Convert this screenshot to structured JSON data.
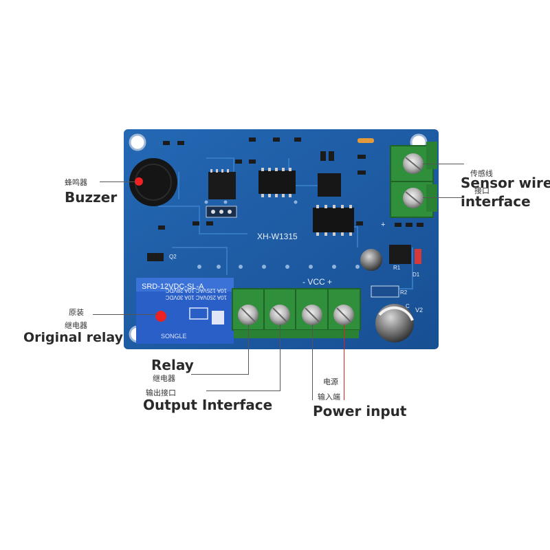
{
  "board": {
    "model_text": "XH-W1315",
    "vcc_text": "- VCC +",
    "relay_text": "SRD-12VDC-SL-A",
    "relay_brand": "SONGLE",
    "relay_ratings": [
      "10A 250VAC",
      "10A 125VAC",
      "10A 30VDC",
      "10A 28VDC"
    ],
    "v2_text": "V2",
    "plus_text": "+",
    "d1_text": "D1",
    "q2_text": "Q2",
    "r1_text": "R1",
    "r2_text": "R2",
    "c_text": "C"
  },
  "labels": {
    "buzzer_zh": "蜂鸣器",
    "buzzer_en": "Buzzer",
    "sensor_zh_1": "传感线",
    "sensor_zh_2": "接口",
    "sensor_en_1": "Sensor wire",
    "sensor_en_2": "interface",
    "orig_relay_zh_1": "原装",
    "orig_relay_zh_2": "继电器",
    "orig_relay_en": "Original relay",
    "relay_en": "Relay",
    "relay_zh": "继电器",
    "output_zh": "输出接口",
    "output_en": "Output Interface",
    "power_zh_1": "电源",
    "power_zh_2": "输入端",
    "power_en": "Power input"
  },
  "colors": {
    "pcb": "#1f5fa8",
    "pcb_trace": "#2f74c0",
    "terminal_green": "#2f8f3a",
    "relay_blue": "#2a5fc8",
    "marker_red": "#e22222"
  }
}
